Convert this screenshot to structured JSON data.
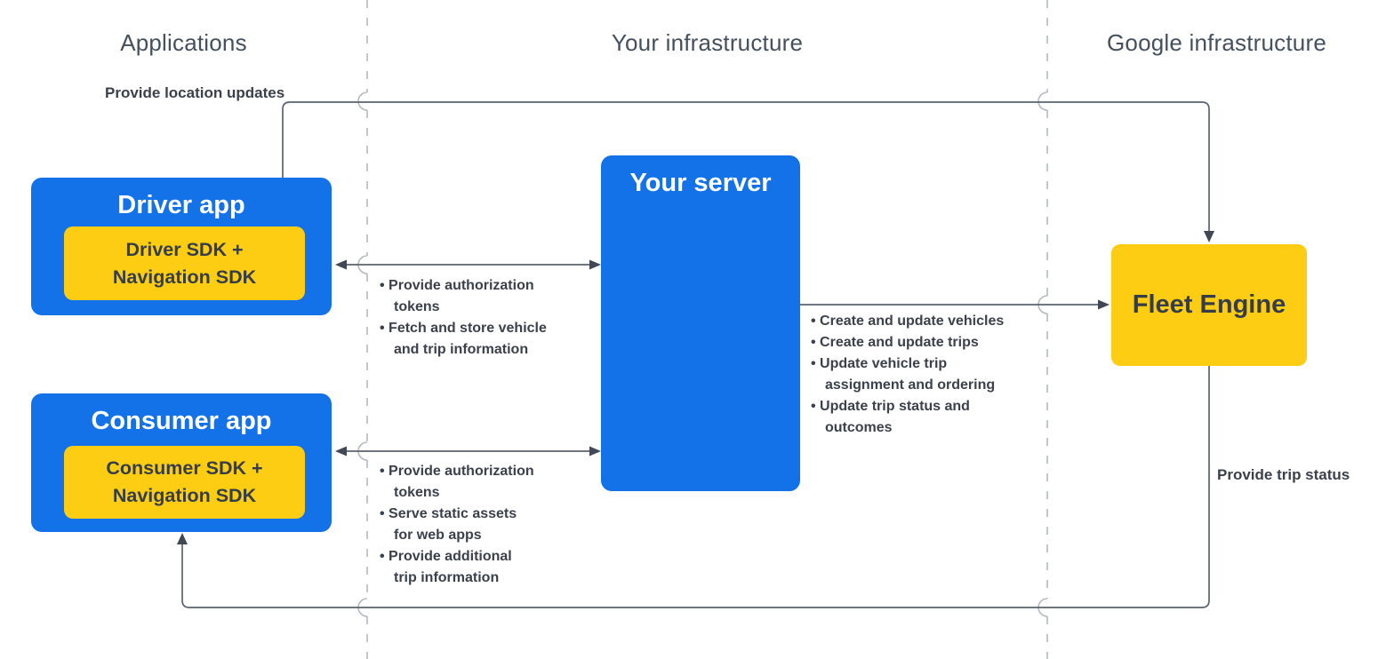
{
  "columns": {
    "applications": {
      "label": "Applications"
    },
    "your_infrastructure": {
      "label": "Your infrastructure"
    },
    "google_infrastructure": {
      "label": "Google infrastructure"
    }
  },
  "nodes": {
    "driver_app": {
      "title": "Driver app",
      "sdk": "Driver SDK +\nNavigation SDK"
    },
    "consumer_app": {
      "title": "Consumer app",
      "sdk": "Consumer SDK +\nNavigation SDK"
    },
    "your_server": {
      "title": "Your server"
    },
    "fleet_engine": {
      "title": "Fleet Engine"
    }
  },
  "edge_labels": {
    "provide_location_updates": "Provide location updates",
    "provide_trip_status": "Provide trip status"
  },
  "lists": {
    "driver_server": {
      "items": [
        "Provide authorization\ntokens",
        "Fetch and store vehicle\nand trip information"
      ]
    },
    "consumer_server": {
      "items": [
        "Provide authorization\ntokens",
        "Serve static assets\nfor web apps",
        "Provide additional\ntrip information"
      ]
    },
    "server_fleet": {
      "items": [
        "Create and update vehicles",
        "Create and update trips",
        "Update vehicle trip\nassignment and ordering",
        "Update trip status and\noutcomes"
      ]
    }
  },
  "colors": {
    "blue": "#1372e8",
    "yellow": "#fccd12",
    "line": "#5a6370",
    "arrow": "#3f4854",
    "dashed": "#b3b9c2",
    "header_text": "#44505e",
    "label_text": "#3b414c",
    "dark_text": "#363d4a"
  }
}
